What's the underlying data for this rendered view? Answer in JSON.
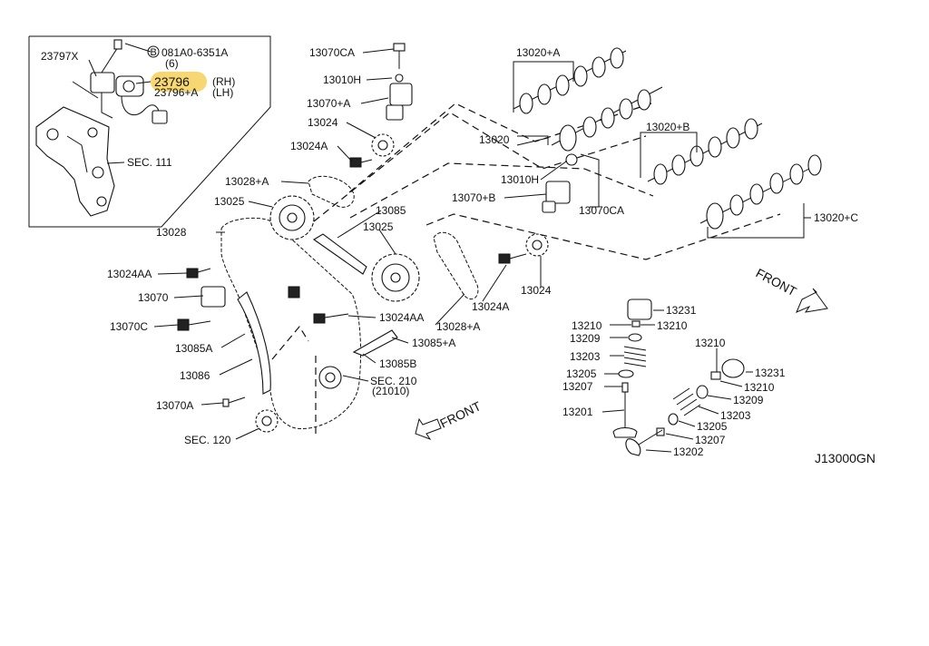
{
  "highlight_color": "#f7d774",
  "codes": {
    "code_23797x": "23797X",
    "code_bolt_ref": "081A0-6351A",
    "code_bolt_qty": "(6)",
    "code_bolt_b": "B",
    "code_23796": "23796",
    "code_23796_rh": "(RH)",
    "code_23796a": "23796+A",
    "code_23796a_lh": "(LH)",
    "code_sec111": "SEC. 111",
    "code_13070ca_top": "13070CA",
    "code_13010h_top": "13010H",
    "code_13070a_top": "13070+A",
    "code_13024_top": "13024",
    "code_13024a_top": "13024A",
    "code_13028a_top": "13028+A",
    "code_13025_left": "13025",
    "code_13028": "13028",
    "code_13085": "13085",
    "code_13025_mid": "13025",
    "code_13024aa_left": "13024AA",
    "code_13070": "13070",
    "code_13070c": "13070C",
    "code_13085a": "13085A",
    "code_13086": "13086",
    "code_13070a_bot": "13070A",
    "code_sec120": "SEC. 120",
    "code_13024aa_mid": "13024AA",
    "code_13085a_right": "13085+A",
    "code_13085b": "13085B",
    "code_sec210": "SEC. 210",
    "code_sec210_sub": "(21010)",
    "code_13028a_bot": "13028+A",
    "code_13024a_bot": "13024A",
    "code_13024_bot": "13024",
    "code_13020a": "13020+A",
    "code_13020": "13020",
    "code_13010h_mid": "13010H",
    "code_13070b": "13070+B",
    "code_13070ca_mid": "13070CA",
    "code_13020b": "13020+B",
    "code_13020c": "13020+C",
    "code_13231_left": "13231",
    "code_13210_a": "13210",
    "code_13210_b": "13210",
    "code_13209_left": "13209",
    "code_13203_left": "13203",
    "code_13205_left": "13205",
    "code_13207_left": "13207",
    "code_13201": "13201",
    "code_13210_right": "13210",
    "code_13231_right": "13231",
    "code_13210_right2": "13210",
    "code_13209_right": "13209",
    "code_13203_right": "13203",
    "code_13205_right": "13205",
    "code_13207_right": "13207",
    "code_13202": "13202",
    "front_right": "FRONT",
    "front_left": "FRONT",
    "diagram_id": "J13000GN"
  }
}
